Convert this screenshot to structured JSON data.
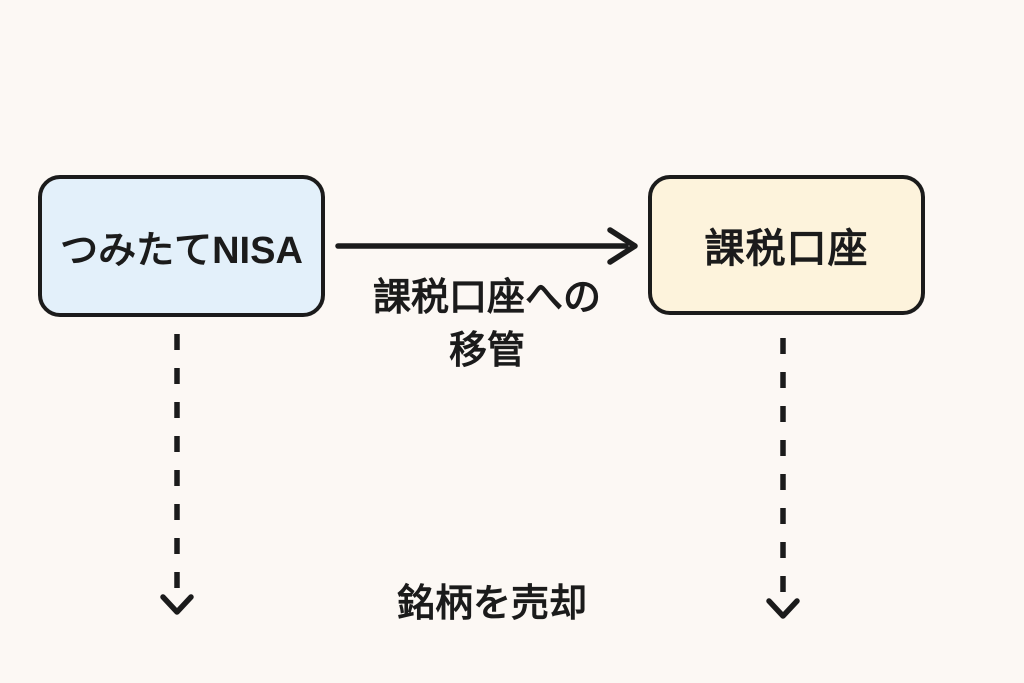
{
  "colors": {
    "background": "#FCF8F4",
    "stroke": "#1B1B1B",
    "text": "#1B1B1B",
    "left_node_fill": "#E3F0FA",
    "right_node_fill": "#FDF3DC"
  },
  "nodes": {
    "left": {
      "label": "つみたてNISA"
    },
    "right": {
      "label": "課税口座"
    }
  },
  "edges": {
    "transfer": {
      "type": "solid-arrow-right",
      "from": "つみたてNISA",
      "to": "課税口座",
      "label_line1": "課税口座への",
      "label_line2": "移管"
    },
    "sell": {
      "type": "dashed-arrow-down",
      "label": "銘柄を売却"
    }
  }
}
